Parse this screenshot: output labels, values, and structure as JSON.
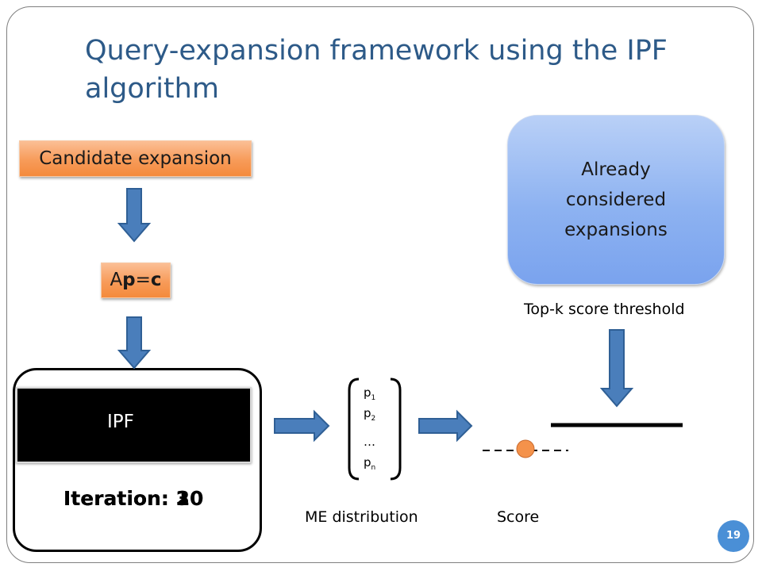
{
  "title": "Query-expansion framework using the IPF algorithm",
  "candidate_box": "Candidate expansion",
  "equation": {
    "a": "A",
    "p": "p",
    "eq": "=",
    "c": "c"
  },
  "considered_box": [
    "Already",
    "considered",
    "expansions"
  ],
  "threshold_label": "Top-k score threshold",
  "ipf_label": "IPF",
  "iteration": {
    "overlay_a": "Iteration: 10",
    "overlay_b": "Iteration: 20",
    "overlay_c": "Iteration: 3"
  },
  "vector": {
    "items": [
      {
        "base": "p",
        "sub": "1"
      },
      {
        "base": "p",
        "sub": "2"
      },
      {
        "base": "…",
        "sub": ""
      },
      {
        "base": "p",
        "sub": "n"
      }
    ]
  },
  "me_label": "ME distribution",
  "score_label": "Score",
  "page_number": "19",
  "colors": {
    "title": "#2d5a88",
    "arrow": "#4a7ebb",
    "orange": "#f79b59",
    "blue": "#8db2f1",
    "score_dot": "#f4924b",
    "page_badge": "#4a8fd6"
  }
}
